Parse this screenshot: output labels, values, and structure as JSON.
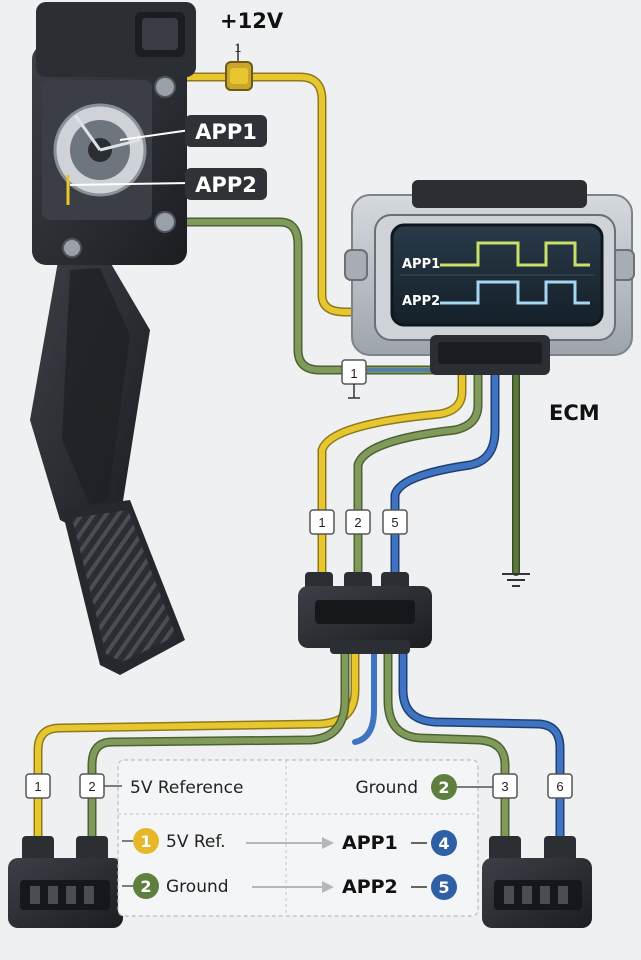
{
  "power": {
    "label": "+12V",
    "tap_pin": "1"
  },
  "pedal": {
    "sensor_labels": [
      "APP1",
      "APP2"
    ]
  },
  "ecm": {
    "label": "ECM",
    "scope_traces": [
      "APP1",
      "APP2"
    ],
    "tap_pin": "1"
  },
  "harness_pins": [
    "1",
    "2",
    "5"
  ],
  "bottom_pins": {
    "left": [
      "1",
      "2"
    ],
    "right": [
      "3",
      "6"
    ]
  },
  "legend": {
    "top_left": "5V Reference",
    "top_right": {
      "text": "Ground",
      "badge": "2"
    },
    "rows": [
      {
        "badge": "1",
        "left": "5V Ref.",
        "right": "APP1",
        "right_badge": "4"
      },
      {
        "badge": "2",
        "left": "Ground",
        "right": "APP2",
        "right_badge": "5"
      }
    ]
  },
  "colors": {
    "yellow_wire": "#e8c630",
    "green_wire": "#7f9a5a",
    "blue_wire": "#3f74c2",
    "dark_green_wire": "#5d7a3e",
    "plastic": "#2b2e33",
    "ecm_metal": "#b9bec4",
    "scope_trace": "#c8e06a",
    "badge_yellow": "#e7b72a",
    "badge_green": "#5f7f3e",
    "badge_blue": "#2f5fa5"
  }
}
